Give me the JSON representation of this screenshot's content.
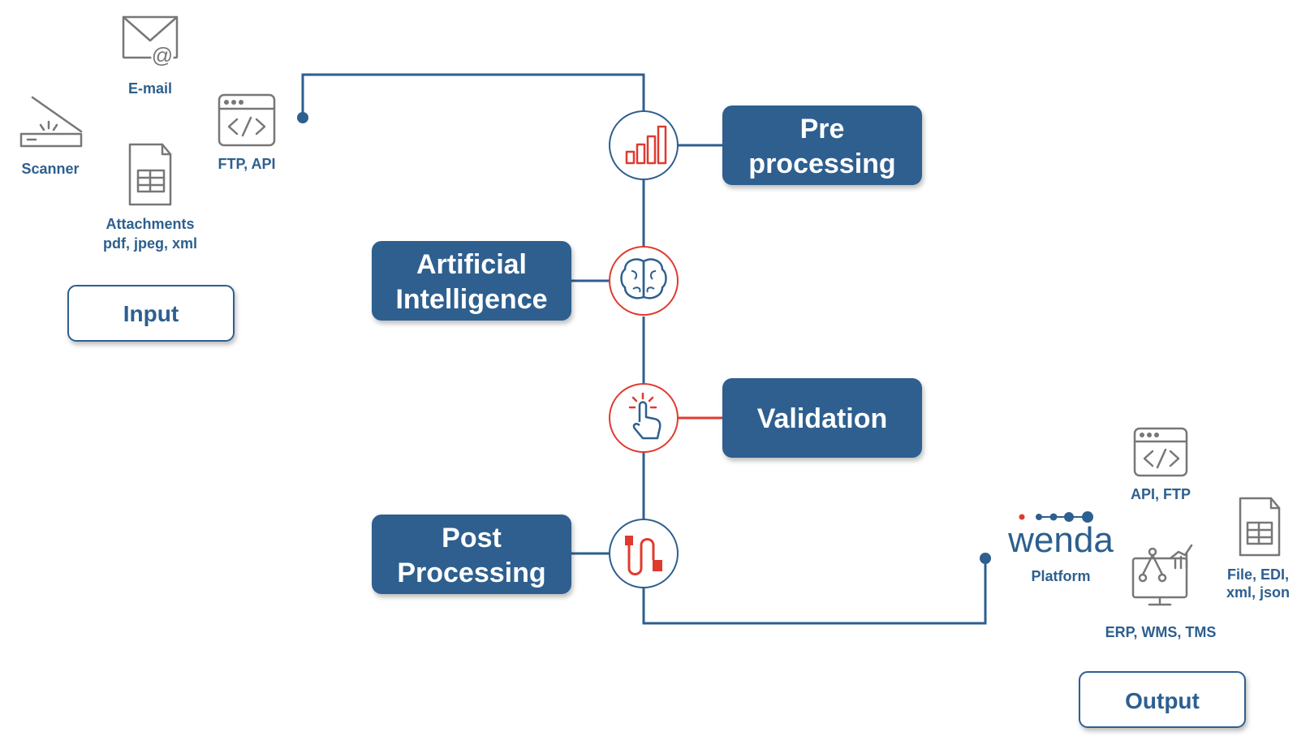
{
  "input": {
    "title": "Input",
    "sources": {
      "email": "E-mail",
      "scanner": "Scanner",
      "ftp_api": "FTP, API",
      "attachments_line1": "Attachments",
      "attachments_line2": "pdf, jpeg, xml"
    }
  },
  "steps": {
    "pre": {
      "line1": "Pre",
      "line2": "processing"
    },
    "ai": {
      "line1": "Artificial",
      "line2": "Intelligence"
    },
    "validation": {
      "line1": "Validation"
    },
    "post": {
      "line1": "Post",
      "line2": "Processing"
    }
  },
  "output": {
    "title": "Output",
    "platform": {
      "brand": "wenda",
      "label": "Platform"
    },
    "targets": {
      "api_ftp": "API, FTP",
      "file_line1": "File, EDI,",
      "file_line2": "xml, json",
      "erp": "ERP, WMS, TMS"
    }
  },
  "colors": {
    "primary": "#2d5f8f",
    "accent": "#e03a30",
    "icon_gray": "#777777"
  }
}
